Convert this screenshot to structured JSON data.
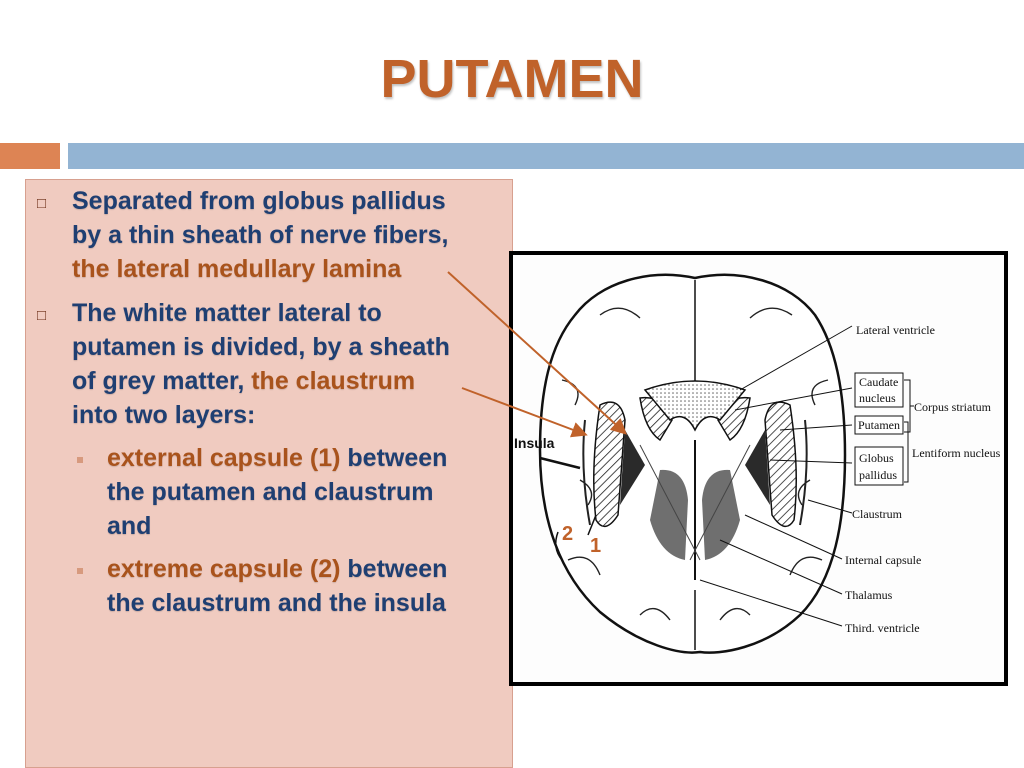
{
  "slide": {
    "title": "PUTAMEN",
    "bullets": [
      {
        "lines": [
          "Separated from globus pallidus",
          "by a thin sheath of nerve fibers,"
        ],
        "highlight": "the lateral medullary lamina"
      },
      {
        "line1": "The white matter lateral to",
        "line2": "putamen is divided, by a sheath",
        "line3_pre": "of grey matter, ",
        "line3_highlight": "the claustrum",
        "line4": "into two layers:",
        "sub": [
          {
            "term": "external capsule",
            "num": "(1)",
            "rest": " between",
            "cont1": "the putamen and claustrum",
            "cont2": "and"
          },
          {
            "term": "extreme capsule",
            "num": "(2)",
            "rest": " between",
            "cont1": "the claustrum and the insula"
          }
        ]
      }
    ],
    "bullet_symbol": "□"
  },
  "figure": {
    "labels": {
      "lateral_ventricle": "Lateral ventricle",
      "caudate": [
        "Caudate",
        "nucleus"
      ],
      "corpus_striatum": "Corpus striatum",
      "putamen": "Putamen",
      "lentiform": "Lentiform nucleus",
      "globus": [
        "Globus",
        "pallidus"
      ],
      "claustrum": "Claustrum",
      "internal_capsule": "Internal capsule",
      "thalamus": "Thalamus",
      "third_ventricle": "Third. ventricle",
      "insula": "Insula",
      "num2": "2",
      "num1": "1"
    }
  },
  "colors": {
    "title": "#c0622a",
    "body_text": "#1f3f72",
    "highlight": "#a9531c",
    "arrow": "#c0622a",
    "text_panel": "#f0cbc0",
    "band_orange": "#dd8454",
    "band_blue": "#93b4d3"
  }
}
